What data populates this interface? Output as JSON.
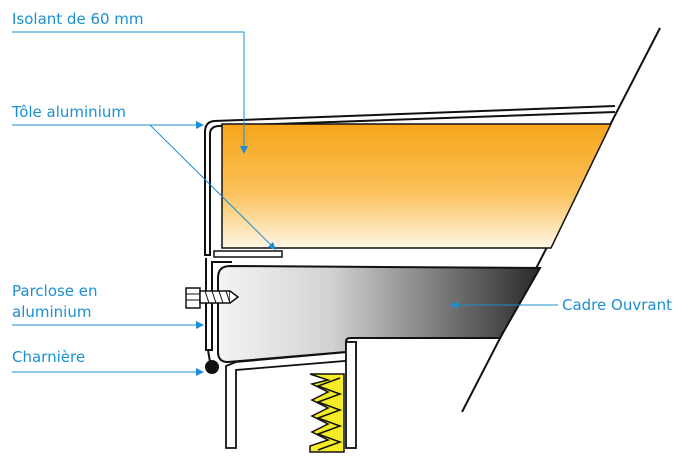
{
  "labels": {
    "isolant": "Isolant de 60 mm",
    "tole": "Tôle aluminium",
    "parclose_line1": "Parclose en",
    "parclose_line2": "aluminium",
    "charniere": "Charnière",
    "cadre": "Cadre Ouvrant"
  },
  "colors": {
    "label": "#1b8fd1",
    "outline": "#111111",
    "insulation_top": "#f6a51a",
    "insulation_bottom": "#fff6e4",
    "frame_light": "#f2f2f2",
    "frame_dark": "#2a2a2a",
    "wool": "#f3ec26"
  }
}
